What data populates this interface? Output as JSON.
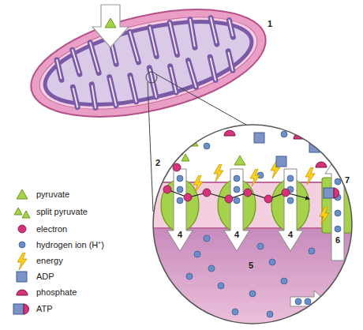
{
  "diagram": {
    "labels": [
      "1",
      "2",
      "4",
      "4",
      "4",
      "5",
      "6",
      "7"
    ],
    "legend": [
      {
        "text": "pyruvate"
      },
      {
        "text": "split pyruvate"
      },
      {
        "text": "electron"
      },
      {
        "text": "hydrogen ion (H⁺)"
      },
      {
        "text": "energy"
      },
      {
        "text": "ADP"
      },
      {
        "text": "phosphate"
      },
      {
        "text": "ATP"
      }
    ]
  }
}
